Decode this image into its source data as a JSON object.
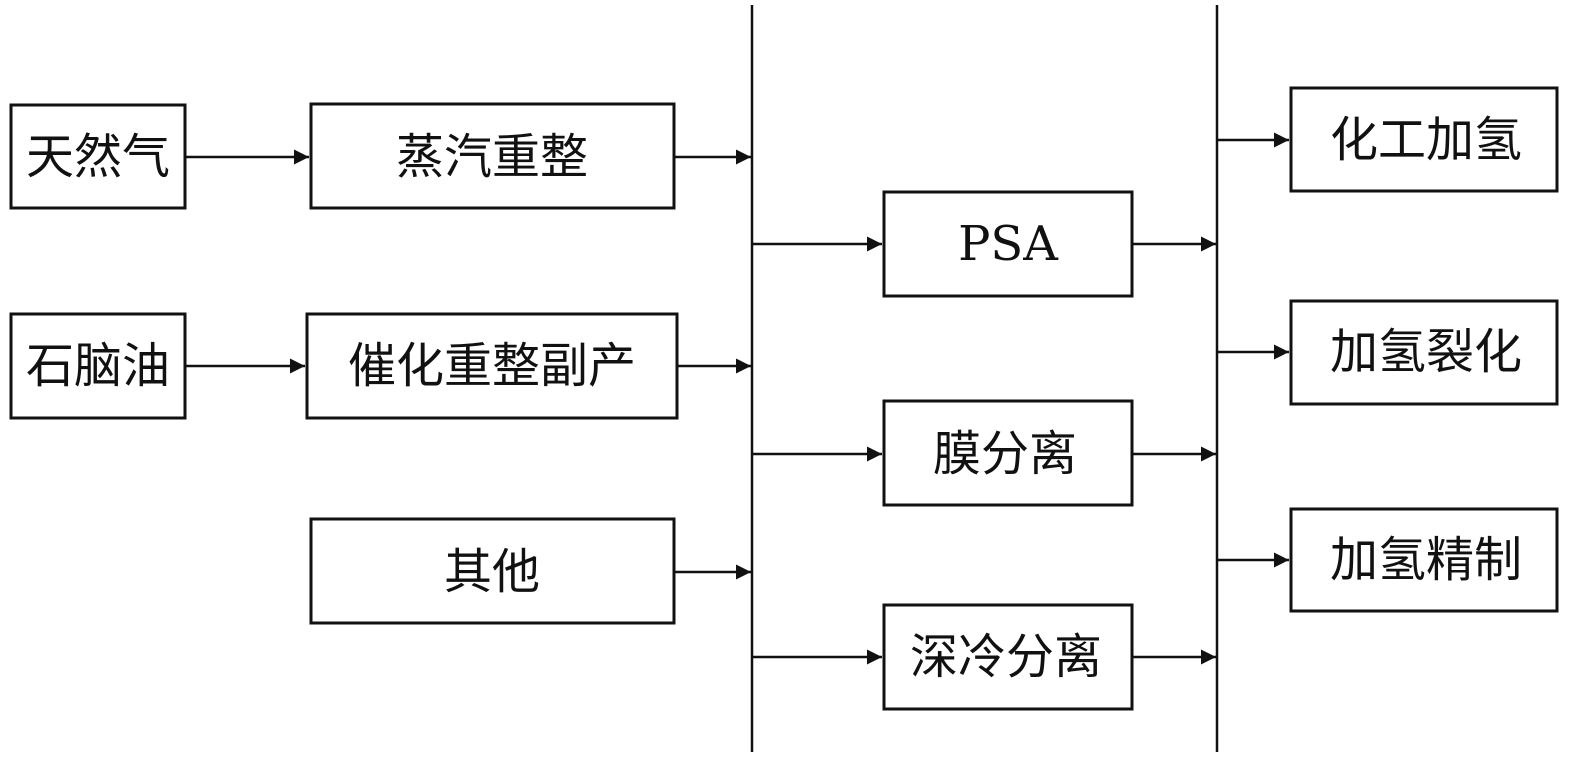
{
  "sources": {
    "natural_gas": "天然气",
    "naphtha": "石脑油"
  },
  "processes": {
    "steam_reforming": "蒸汽重整",
    "catalytic_reforming_byproduct": "催化重整副产",
    "other": "其他"
  },
  "separation": {
    "psa": "PSA",
    "membrane": "膜分离",
    "cryogenic": "深冷分离"
  },
  "applications": {
    "chemical_hydrogenation": "化工加氢",
    "hydrocracking": "加氢裂化",
    "hydrofining": "加氢精制"
  }
}
